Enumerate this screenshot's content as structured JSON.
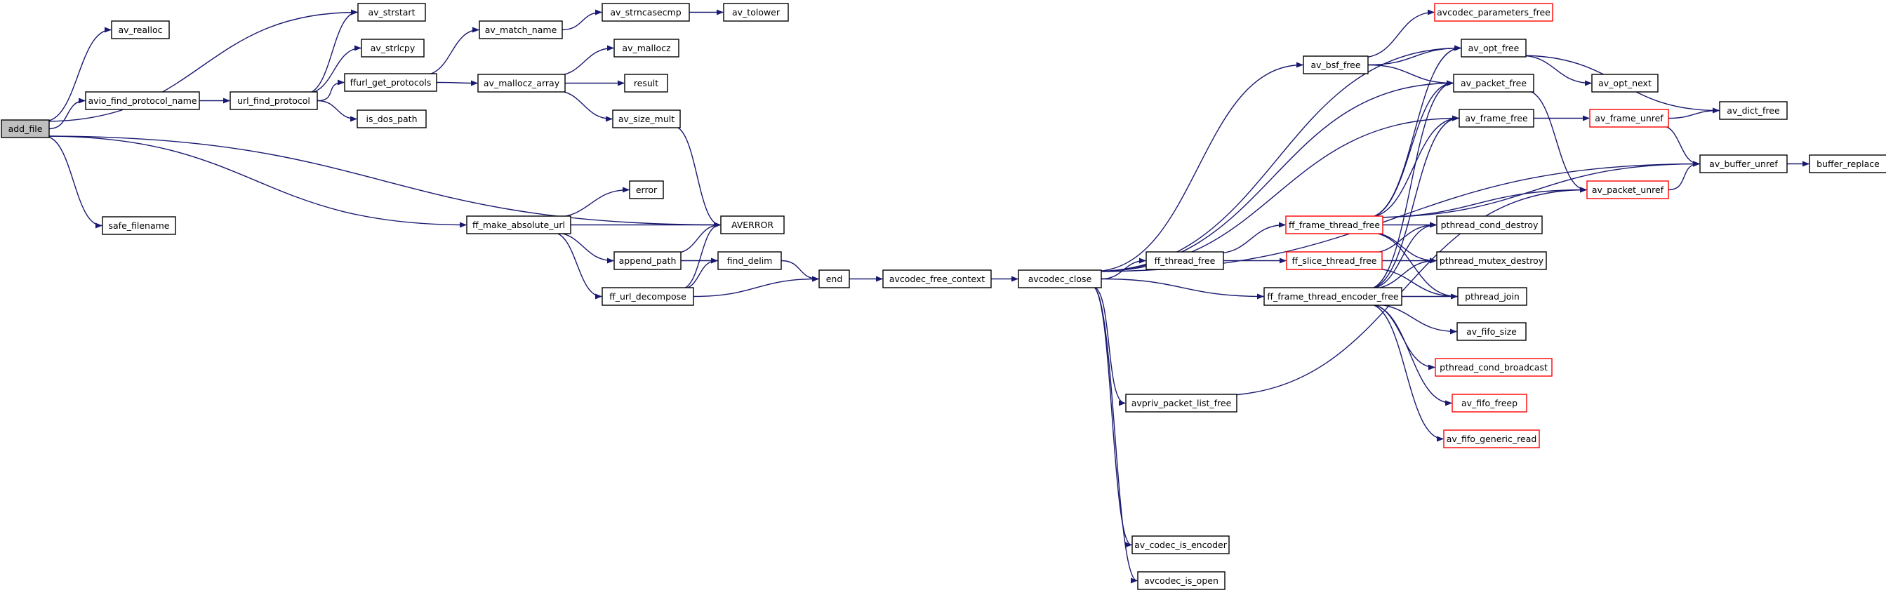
{
  "graph": {
    "colors": {
      "edge": "#191970",
      "node_border": "#000000",
      "root_fill": "#bfbfbf",
      "truncated_border": "#ff0000"
    },
    "nodes": [
      {
        "id": "add_file",
        "label": "add_file",
        "root": true
      },
      {
        "id": "av_realloc",
        "label": "av_realloc"
      },
      {
        "id": "av_strstart",
        "label": "av_strstart"
      },
      {
        "id": "avio_find_protocol_name",
        "label": "avio_find_protocol_name"
      },
      {
        "id": "url_find_protocol",
        "label": "url_find_protocol"
      },
      {
        "id": "av_strlcpy",
        "label": "av_strlcpy"
      },
      {
        "id": "ffurl_get_protocols",
        "label": "ffurl_get_protocols"
      },
      {
        "id": "is_dos_path",
        "label": "is_dos_path"
      },
      {
        "id": "av_match_name",
        "label": "av_match_name"
      },
      {
        "id": "av_strncasecmp",
        "label": "av_strncasecmp"
      },
      {
        "id": "av_tolower",
        "label": "av_tolower"
      },
      {
        "id": "av_mallocz_array",
        "label": "av_mallocz_array"
      },
      {
        "id": "av_mallocz",
        "label": "av_mallocz"
      },
      {
        "id": "result",
        "label": "result"
      },
      {
        "id": "av_size_mult",
        "label": "av_size_mult"
      },
      {
        "id": "error",
        "label": "error"
      },
      {
        "id": "safe_filename",
        "label": "safe_filename"
      },
      {
        "id": "ff_make_absolute_url",
        "label": "ff_make_absolute_url"
      },
      {
        "id": "AVERROR",
        "label": "AVERROR"
      },
      {
        "id": "append_path",
        "label": "append_path"
      },
      {
        "id": "find_delim",
        "label": "find_delim"
      },
      {
        "id": "ff_url_decompose",
        "label": "ff_url_decompose"
      },
      {
        "id": "end",
        "label": "end"
      },
      {
        "id": "avcodec_free_context",
        "label": "avcodec_free_context"
      },
      {
        "id": "avcodec_close",
        "label": "avcodec_close"
      },
      {
        "id": "avcodec_parameters_free",
        "label": "avcodec_parameters_free",
        "truncated": true
      },
      {
        "id": "av_bsf_free",
        "label": "av_bsf_free"
      },
      {
        "id": "av_opt_free",
        "label": "av_opt_free"
      },
      {
        "id": "av_opt_next",
        "label": "av_opt_next"
      },
      {
        "id": "av_packet_free",
        "label": "av_packet_free"
      },
      {
        "id": "av_dict_free",
        "label": "av_dict_free"
      },
      {
        "id": "av_frame_free",
        "label": "av_frame_free"
      },
      {
        "id": "av_frame_unref",
        "label": "av_frame_unref",
        "truncated": true
      },
      {
        "id": "av_buffer_unref",
        "label": "av_buffer_unref"
      },
      {
        "id": "buffer_replace",
        "label": "buffer_replace"
      },
      {
        "id": "av_packet_unref",
        "label": "av_packet_unref",
        "truncated": true
      },
      {
        "id": "ff_frame_thread_free",
        "label": "ff_frame_thread_free",
        "truncated": true
      },
      {
        "id": "pthread_cond_destroy",
        "label": "pthread_cond_destroy"
      },
      {
        "id": "ff_thread_free",
        "label": "ff_thread_free"
      },
      {
        "id": "ff_slice_thread_free",
        "label": "ff_slice_thread_free",
        "truncated": true
      },
      {
        "id": "pthread_mutex_destroy",
        "label": "pthread_mutex_destroy"
      },
      {
        "id": "ff_frame_thread_encoder_free",
        "label": "ff_frame_thread_encoder_free"
      },
      {
        "id": "pthread_join",
        "label": "pthread_join"
      },
      {
        "id": "av_fifo_size",
        "label": "av_fifo_size"
      },
      {
        "id": "pthread_cond_broadcast",
        "label": "pthread_cond_broadcast",
        "truncated": true
      },
      {
        "id": "avpriv_packet_list_free",
        "label": "avpriv_packet_list_free"
      },
      {
        "id": "av_fifo_freep",
        "label": "av_fifo_freep",
        "truncated": true
      },
      {
        "id": "av_fifo_generic_read",
        "label": "av_fifo_generic_read",
        "truncated": true
      },
      {
        "id": "av_codec_is_encoder",
        "label": "av_codec_is_encoder"
      },
      {
        "id": "avcodec_is_open",
        "label": "avcodec_is_open"
      }
    ],
    "edges": [
      [
        "add_file",
        "av_realloc"
      ],
      [
        "add_file",
        "av_strstart"
      ],
      [
        "add_file",
        "avio_find_protocol_name"
      ],
      [
        "add_file",
        "AVERROR"
      ],
      [
        "add_file",
        "ff_make_absolute_url"
      ],
      [
        "add_file",
        "safe_filename"
      ],
      [
        "avio_find_protocol_name",
        "url_find_protocol"
      ],
      [
        "url_find_protocol",
        "av_strstart"
      ],
      [
        "url_find_protocol",
        "av_strlcpy"
      ],
      [
        "url_find_protocol",
        "ffurl_get_protocols"
      ],
      [
        "url_find_protocol",
        "is_dos_path"
      ],
      [
        "ffurl_get_protocols",
        "av_match_name"
      ],
      [
        "ffurl_get_protocols",
        "av_mallocz_array"
      ],
      [
        "av_match_name",
        "av_strncasecmp"
      ],
      [
        "av_strncasecmp",
        "av_tolower"
      ],
      [
        "av_mallocz_array",
        "av_mallocz"
      ],
      [
        "av_mallocz_array",
        "result"
      ],
      [
        "av_mallocz_array",
        "av_size_mult"
      ],
      [
        "av_size_mult",
        "AVERROR"
      ],
      [
        "ff_make_absolute_url",
        "error"
      ],
      [
        "ff_make_absolute_url",
        "AVERROR"
      ],
      [
        "ff_make_absolute_url",
        "append_path"
      ],
      [
        "ff_make_absolute_url",
        "ff_url_decompose"
      ],
      [
        "append_path",
        "AVERROR"
      ],
      [
        "append_path",
        "find_delim"
      ],
      [
        "ff_url_decompose",
        "AVERROR"
      ],
      [
        "ff_url_decompose",
        "find_delim"
      ],
      [
        "ff_url_decompose",
        "end"
      ],
      [
        "find_delim",
        "end"
      ],
      [
        "end",
        "avcodec_free_context"
      ],
      [
        "avcodec_free_context",
        "avcodec_close"
      ],
      [
        "avcodec_close",
        "av_bsf_free"
      ],
      [
        "avcodec_close",
        "av_opt_free"
      ],
      [
        "avcodec_close",
        "av_packet_free"
      ],
      [
        "avcodec_close",
        "av_frame_free"
      ],
      [
        "avcodec_close",
        "av_buffer_unref"
      ],
      [
        "avcodec_close",
        "ff_thread_free"
      ],
      [
        "avcodec_close",
        "ff_frame_thread_encoder_free"
      ],
      [
        "avcodec_close",
        "avpriv_packet_list_free"
      ],
      [
        "avcodec_close",
        "av_codec_is_encoder"
      ],
      [
        "avcodec_close",
        "avcodec_is_open"
      ],
      [
        "av_bsf_free",
        "avcodec_parameters_free"
      ],
      [
        "av_bsf_free",
        "av_opt_free"
      ],
      [
        "av_bsf_free",
        "av_packet_free"
      ],
      [
        "av_opt_free",
        "av_opt_next"
      ],
      [
        "av_opt_free",
        "av_dict_free"
      ],
      [
        "av_packet_free",
        "av_packet_unref"
      ],
      [
        "av_frame_free",
        "av_frame_unref"
      ],
      [
        "av_frame_unref",
        "av_dict_free"
      ],
      [
        "av_frame_unref",
        "av_buffer_unref"
      ],
      [
        "av_buffer_unref",
        "buffer_replace"
      ],
      [
        "av_packet_unref",
        "av_buffer_unref"
      ],
      [
        "ff_thread_free",
        "ff_frame_thread_free"
      ],
      [
        "ff_thread_free",
        "ff_slice_thread_free"
      ],
      [
        "ff_frame_thread_free",
        "av_opt_free"
      ],
      [
        "ff_frame_thread_free",
        "av_packet_free"
      ],
      [
        "ff_frame_thread_free",
        "av_frame_free"
      ],
      [
        "ff_frame_thread_free",
        "av_buffer_unref"
      ],
      [
        "ff_frame_thread_free",
        "av_packet_unref"
      ],
      [
        "ff_frame_thread_free",
        "pthread_cond_destroy"
      ],
      [
        "ff_frame_thread_free",
        "pthread_mutex_destroy"
      ],
      [
        "ff_frame_thread_free",
        "pthread_join"
      ],
      [
        "ff_slice_thread_free",
        "pthread_cond_destroy"
      ],
      [
        "ff_slice_thread_free",
        "pthread_mutex_destroy"
      ],
      [
        "ff_slice_thread_free",
        "pthread_join"
      ],
      [
        "ff_frame_thread_encoder_free",
        "av_packet_free"
      ],
      [
        "ff_frame_thread_encoder_free",
        "av_frame_free"
      ],
      [
        "ff_frame_thread_encoder_free",
        "pthread_cond_destroy"
      ],
      [
        "ff_frame_thread_encoder_free",
        "pthread_mutex_destroy"
      ],
      [
        "ff_frame_thread_encoder_free",
        "pthread_join"
      ],
      [
        "ff_frame_thread_encoder_free",
        "av_fifo_size"
      ],
      [
        "ff_frame_thread_encoder_free",
        "pthread_cond_broadcast"
      ],
      [
        "ff_frame_thread_encoder_free",
        "av_fifo_freep"
      ],
      [
        "ff_frame_thread_encoder_free",
        "av_fifo_generic_read"
      ],
      [
        "avpriv_packet_list_free",
        "av_packet_unref"
      ]
    ]
  }
}
